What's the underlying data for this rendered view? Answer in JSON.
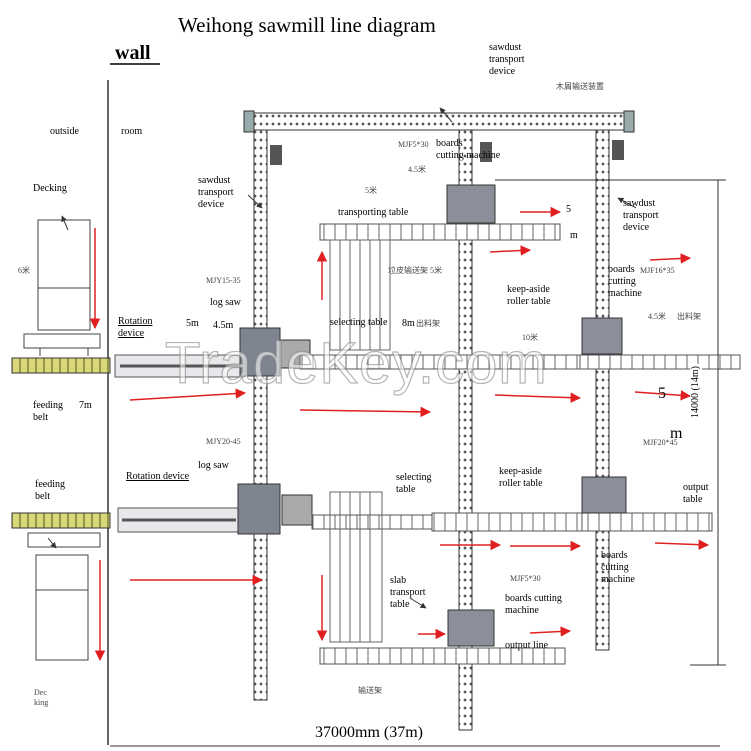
{
  "title": "Weihong sawmill line diagram",
  "wall": "wall",
  "outside": "outside",
  "room": "room",
  "labels": {
    "sawdust_top": "sawdust\ntransport\ndevice",
    "sawdust_top_cn": "木屑输送装置",
    "mjf530_top_model": "MJF5*30",
    "boards_cutting_top": "boards\ncutting machine",
    "len_45_top": "4.5米",
    "sawdust_left": "sawdust\ntransport\ndevice",
    "len_5_top": "5米",
    "transporting_table": "transporting table",
    "five_m_a": "5",
    "five_m_a_unit": "m",
    "sawdust_right": "sawdust\ntransport\ndevice",
    "boards_cutting_right": "boards\ncutting\nmachine",
    "mjf1635_model": "MJF16*35",
    "len_45_right": "4.5米",
    "out_cn_right": "出料架",
    "garbage_cn": "垃皮输送架 5米",
    "decking_top": "Decking",
    "len_6": "6米",
    "mjy1535_model": "MJY15-35",
    "log_saw_top": "log saw",
    "len_45_saw": "4.5m",
    "rotation_top": "Rotation\ndevice",
    "five_m_b": "5m",
    "selecting_top": "selecting table",
    "sel_8m": "8m",
    "sel_cn": "出料架",
    "keep_aside_top": "keep-aside\nroller table",
    "len_10": "10米",
    "feeding_top": "feeding\nbelt",
    "seven_m": "7m",
    "five_m_c": "5",
    "five_m_c_unit": "m",
    "mjy2045_model": "MJY20-45",
    "log_saw_bottom": "log saw",
    "rotation_bottom": "Rotation device",
    "selecting_bottom": "selecting\ntable",
    "keep_aside_bottom": "keep-aside\nroller table",
    "output_table": "output\ntable",
    "feeding_bottom": "feeding\nbelt",
    "boards_cutting_bottom_right": "boards\ncutting\nmachine",
    "slab_transport": "slab\ntransport\ntable",
    "mjf530_bottom_model": "MJF5*30",
    "boards_cutting_bottom": "boards cutting\nmachine",
    "output_line": "output line",
    "out_cn_bottom": "输送架",
    "decking_bottom": "Dec\nking",
    "dim_width": "37000mm (37m)",
    "dim_height": "14000 (14m)",
    "mjf_right_small": "MJF20*45"
  },
  "watermark": "TradeKey.com",
  "colors": {
    "arrow": "#e02020",
    "belt": "#c8c860",
    "machine": "#8a8f99",
    "line": "#555555"
  }
}
